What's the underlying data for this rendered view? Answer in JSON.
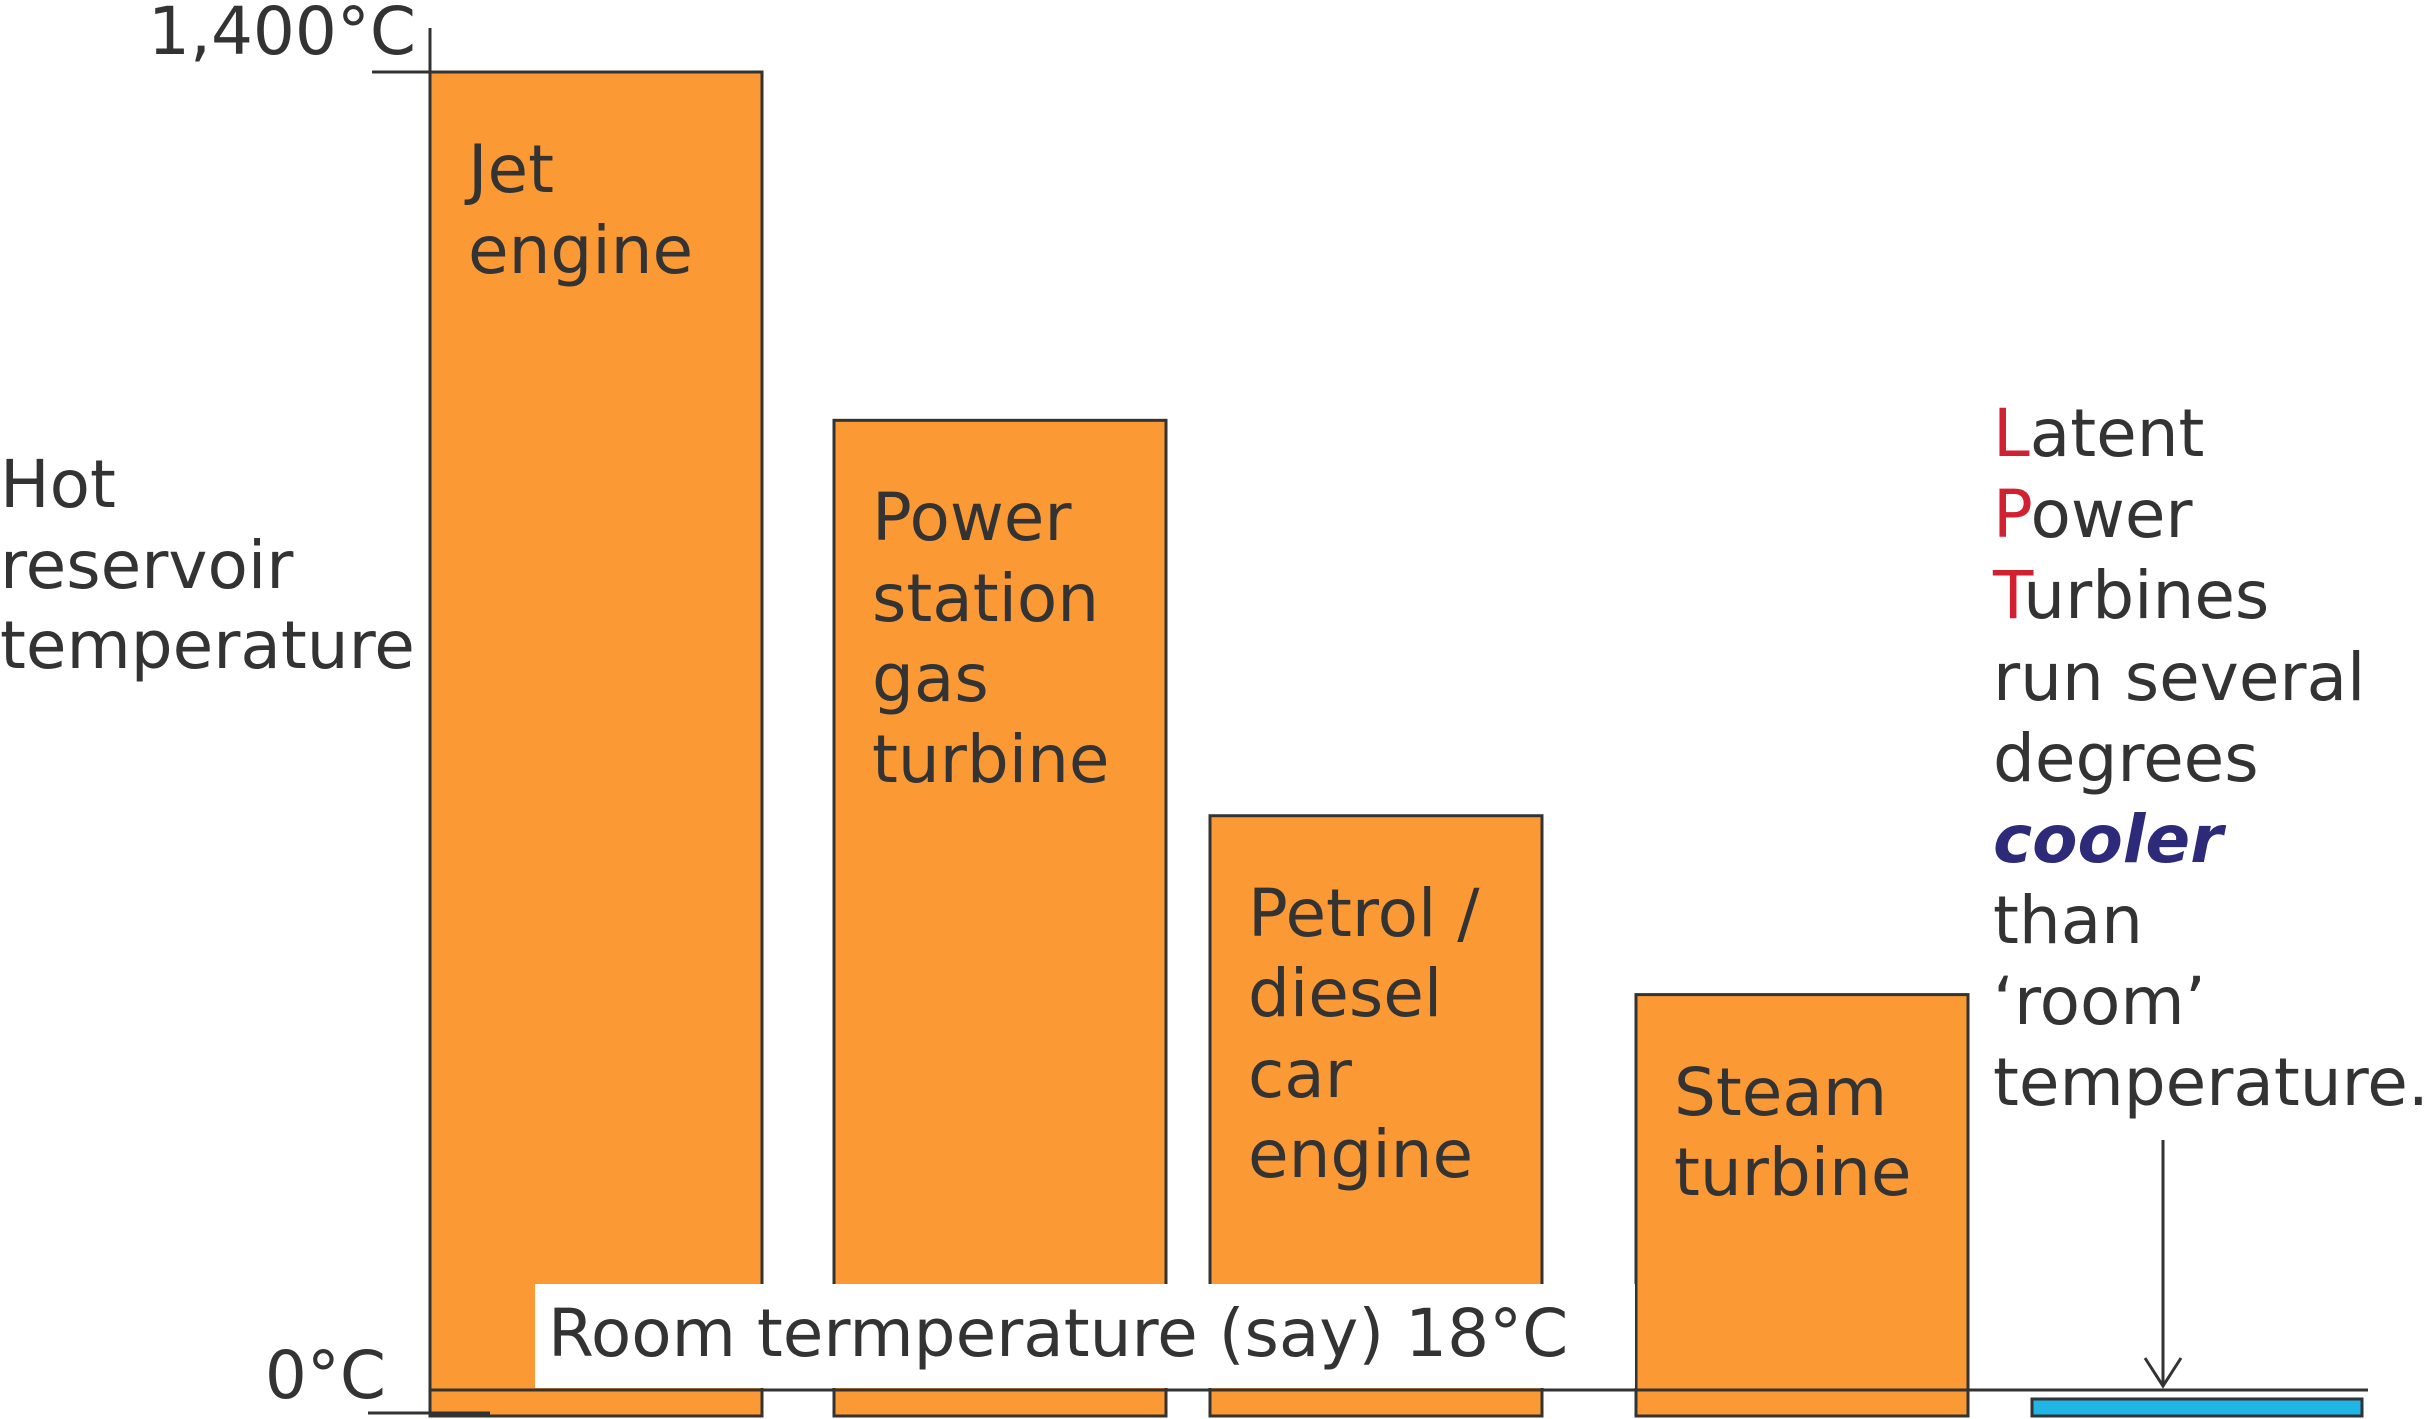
{
  "chart_data": {
    "type": "bar",
    "ylabel": "Hot\nreservoir\ntemperature",
    "yticks": {
      "top": "1,400°C",
      "zero": "0°C"
    },
    "ylim": [
      0,
      1400
    ],
    "categories": [
      "Jet\nengine",
      "Power\nstation\ngas\nturbine",
      "Petrol /\ndiesel\ncar\nengine",
      "Steam\nturbine",
      ""
    ],
    "values": [
      1400,
      1030,
      610,
      420,
      -20
    ],
    "bar_colors": [
      "#fb9a35",
      "#fb9a35",
      "#fb9a35",
      "#fb9a35",
      "#1fb6e6"
    ],
    "reference_line": {
      "label": "Room termperature (say)  18°C",
      "value": 18
    },
    "annotation": {
      "lines": [
        {
          "first": "L",
          "rest": "atent"
        },
        {
          "first": "P",
          "rest": "ower"
        },
        {
          "first": "T",
          "rest": "urbines"
        },
        {
          "text": "run several"
        },
        {
          "text": "degrees"
        },
        {
          "emph": "cooler"
        },
        {
          "text": "than"
        },
        {
          "text": "‘room’"
        },
        {
          "text": "temperature."
        }
      ],
      "first_letter_color": "#d1202f",
      "emph_color": "#2e2a7a"
    }
  }
}
